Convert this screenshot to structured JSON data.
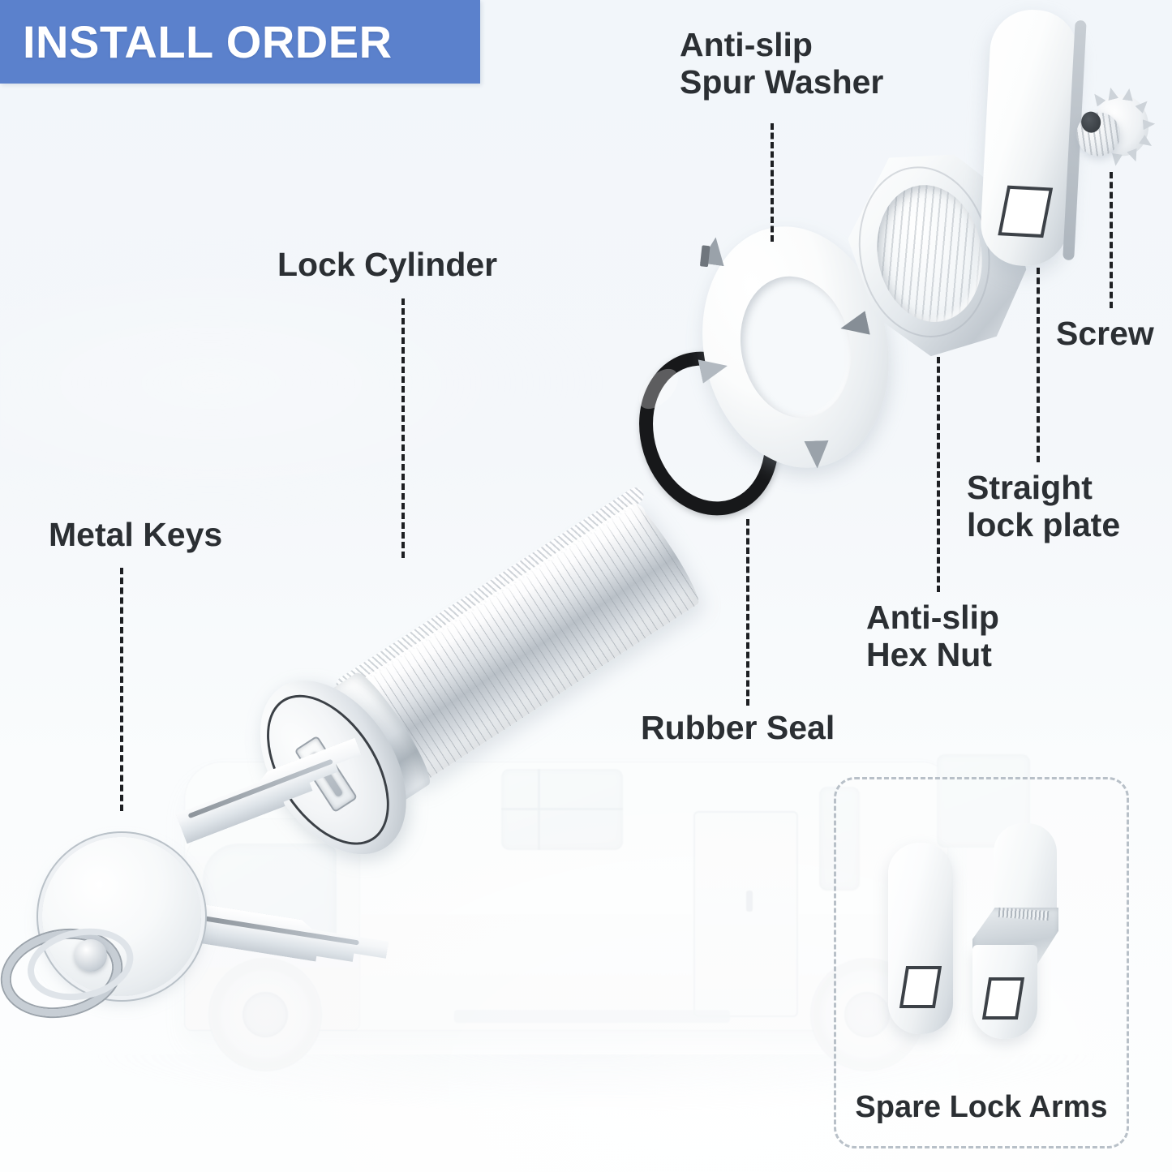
{
  "banner": {
    "title": "INSTALL ORDER",
    "background_color": "#5B81CC",
    "text_color": "#FFFFFF"
  },
  "theme": {
    "page_background": "#F2F6FA",
    "label_color": "#2B2F33",
    "leader_line_color": "#1D1F22",
    "dashed_box_border_color": "#B8C0C8",
    "rubber_seal_color": "#17181A",
    "metal_color": "#D7DDE2"
  },
  "labels": {
    "metal_keys": "Metal Keys",
    "lock_cylinder": "Lock Cylinder",
    "anti_slip_spur_washer": "Anti-slip\nSpur Washer",
    "rubber_seal": "Rubber Seal",
    "anti_slip_hex_nut": "Anti-slip\nHex Nut",
    "straight_lock_plate": "Straight\nlock plate",
    "screw": "Screw",
    "spare_lock_arms": "Spare Lock Arms"
  },
  "components": [
    {
      "name": "metal-keys",
      "label": "Metal Keys",
      "count": 2,
      "accessory": "split key ring"
    },
    {
      "name": "lock-cylinder",
      "label": "Lock Cylinder",
      "form": "threaded barrel with round keyed head"
    },
    {
      "name": "rubber-seal",
      "label": "Rubber Seal",
      "form": "black O-ring"
    },
    {
      "name": "anti-slip-spur-washer",
      "label": "Anti-slip Spur Washer",
      "form": "ring washer with four bent spur tabs"
    },
    {
      "name": "anti-slip-hex-nut",
      "label": "Anti-slip Hex Nut",
      "form": "octagonal threaded nut"
    },
    {
      "name": "straight-lock-plate",
      "label": "Straight lock plate",
      "form": "rounded tab with square cam slot"
    },
    {
      "name": "screw",
      "label": "Screw",
      "form": "serrated flange screw"
    },
    {
      "name": "spare-lock-arms",
      "label": "Spare Lock Arms",
      "count": 2,
      "form": "one straight plate and one offset plate"
    }
  ]
}
